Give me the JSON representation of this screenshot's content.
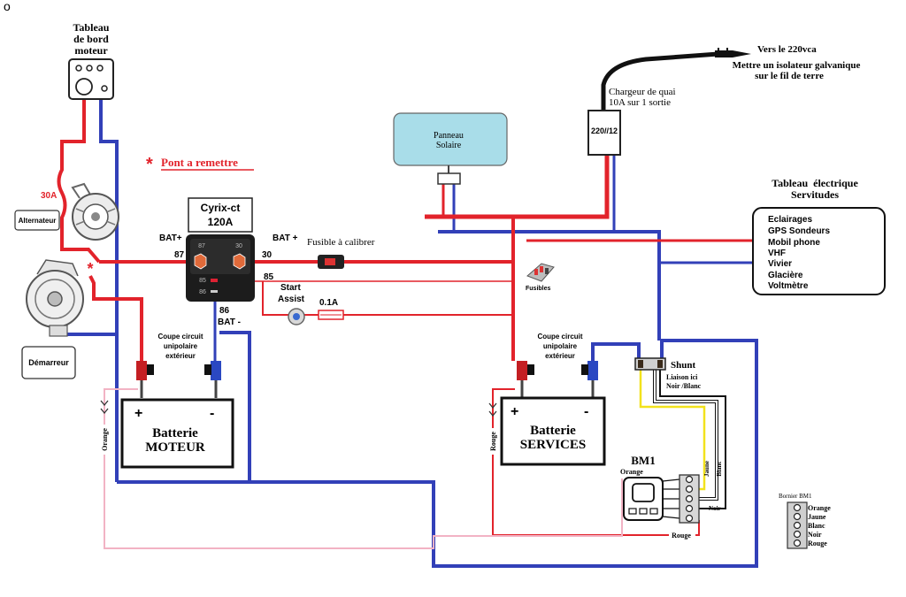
{
  "corner_mark": "o",
  "dashboard": {
    "title": [
      "Tableau",
      "de bord",
      "moteur"
    ]
  },
  "fuse_30a": "30A",
  "alternator": {
    "label": "Alternateur",
    "asterisk": "*"
  },
  "starter": {
    "label": "Démarreur"
  },
  "note": {
    "asterisk": "*",
    "text": "Pont a remettre"
  },
  "relay": {
    "title": [
      "Cyrix-ct",
      "120A"
    ],
    "inner": {
      "t87": "87",
      "t30": "30",
      "t85": "85",
      "t86": "86"
    },
    "outer": {
      "bat_plus_left": "BAT+",
      "t87": "87",
      "bat_plus_right": "BAT +",
      "t30": "30",
      "t85": "85",
      "t86": "86",
      "bat_minus": "BAT -"
    }
  },
  "fuse_to_calibrate": "Fusible à calibrer",
  "start_assist": [
    "Start",
    "Assist"
  ],
  "fuse_small": "0.1A",
  "cutoff_left": [
    "Coupe circuit",
    "unipolaire",
    "extérieur"
  ],
  "cutoff_right": [
    "Coupe circuit",
    "unipolaire",
    "extérieur"
  ],
  "battery_engine": {
    "plus": "+",
    "minus": "-",
    "name": [
      "Batterie",
      "MOTEUR"
    ]
  },
  "battery_services": {
    "plus": "+",
    "minus": "-",
    "name": [
      "Batterie",
      "SERVICES"
    ]
  },
  "wire_labels": {
    "orange_left": "Orange",
    "rouge_left": "Rouge",
    "rouge_bottom": "Rouge"
  },
  "solar_panel": [
    "Panneau",
    "Solaire"
  ],
  "charger": {
    "caption": [
      "Chargeur de quai",
      "10A sur 1 sortie"
    ],
    "box": "220//12"
  },
  "mains": {
    "title": "Vers le 220vca",
    "note": [
      "Mettre un isolateur galvanique",
      "sur le fil de terre"
    ]
  },
  "service_panel": {
    "title": [
      "Tableau  électrique",
      "Servitudes"
    ],
    "items": [
      "Eclairages",
      "GPS Sondeurs",
      "Mobil phone",
      "VHF",
      "Vivier",
      "Glacière",
      "Voltmètre"
    ]
  },
  "fuses": "Fusibles",
  "shunt": {
    "label": "Shunt",
    "note": [
      "Liaison ici",
      "Noir /Blanc"
    ]
  },
  "bm1": {
    "label": "BM1",
    "orange": "Orange",
    "jaune": "Jaune",
    "blanc": "Blanc",
    "noir": "Noir"
  },
  "bornier_legend": {
    "title": "Bornier BM1",
    "items": [
      "Orange",
      "Jaune",
      "Blanc",
      "Noir",
      "Rouge"
    ]
  },
  "colors": {
    "red": "#e2232b",
    "blue": "#3240b8",
    "pink": "#f2b3c4",
    "yellow": "#f2e21c",
    "black": "#111111",
    "solar_fill": "#a9dde9",
    "relay_body": "#1c1c1c"
  }
}
